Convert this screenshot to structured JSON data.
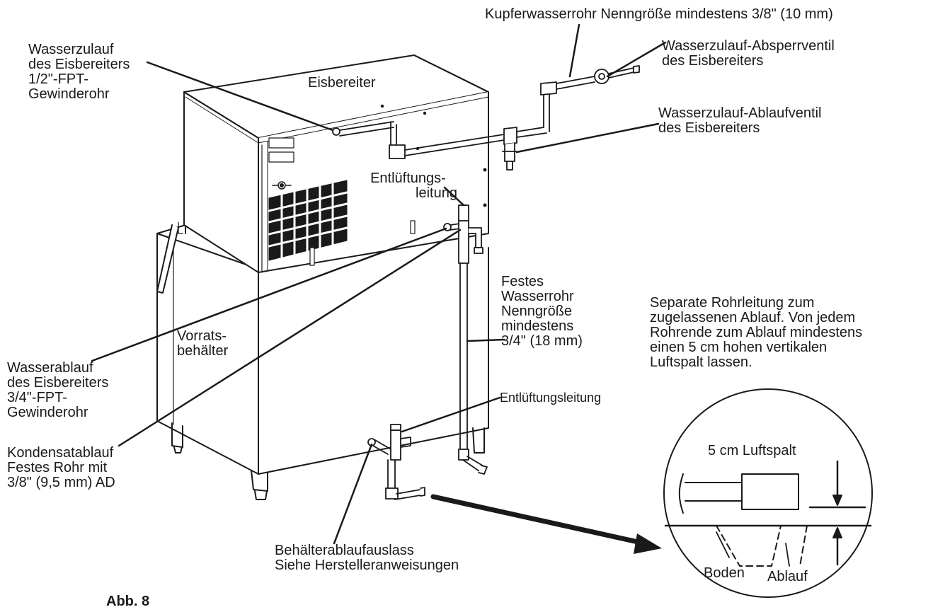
{
  "labels": {
    "copper_pipe": "Kupferwasserrohr Nenngröße mindestens 3/8\" (10 mm)",
    "water_inlet": [
      "Wasserzulauf",
      "des Eisbereiters",
      "1/2\"-FPT-",
      "Gewinderohr"
    ],
    "ice_maker": "Eisbereiter",
    "shutoff_valve": [
      "Wasserzulauf-Absperrventil",
      "des Eisbereiters"
    ],
    "drain_valve": [
      "Wasserzulauf-Ablaufventil",
      "des Eisbereiters"
    ],
    "vent_line_upper": [
      "Entlüftungs-",
      "leitung"
    ],
    "rigid_pipe": [
      "Festes",
      "Wasserrohr",
      "Nenngröße",
      "mindestens",
      "3/4\" (18 mm)"
    ],
    "separate_piping": [
      "Separate Rohrleitung zum",
      "zugelassenen Ablauf. Von jedem",
      "Rohrende zum Ablauf mindestens",
      "einen 5 cm hohen vertikalen",
      "Luftspalt lassen."
    ],
    "storage_bin": [
      "Vorrats-",
      "behälter"
    ],
    "water_drain": [
      "Wasserablauf",
      "des Eisbereiters",
      "3/4\"-FPT-",
      "Gewinderohr"
    ],
    "vent_line_lower": "Entlüftungsleitung",
    "condensate_drain": [
      "Kondensatablauf",
      "Festes Rohr mit",
      "3/8\" (9,5 mm) AD"
    ],
    "bin_drain_outlet": [
      "Behälterablaufauslass",
      "Siehe Herstelleranweisungen"
    ],
    "air_gap": "5 cm Luftspalt",
    "floor": "Boden",
    "drain": "Ablauf",
    "figure_number": "Abb. 8"
  }
}
